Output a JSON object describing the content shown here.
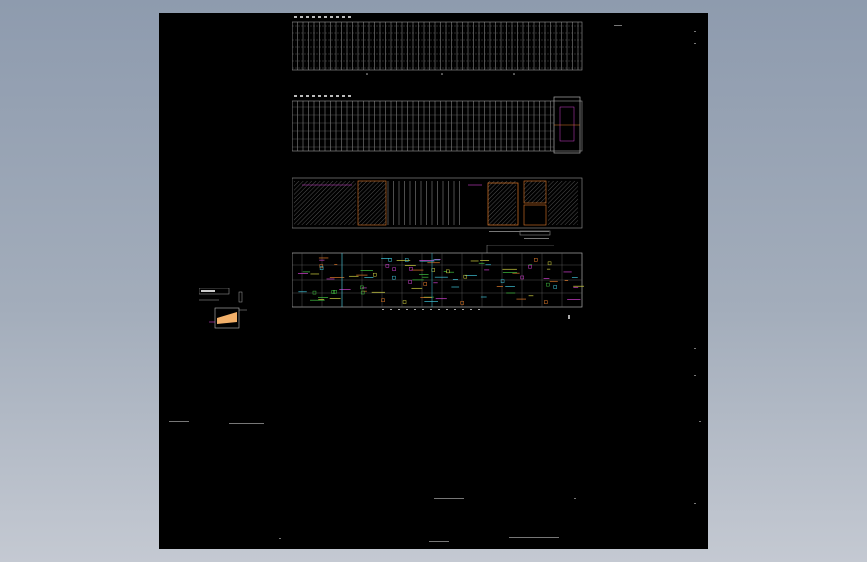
{
  "viewer": {
    "background_top": "#8e9bae",
    "background_bottom": "#c4c9d2",
    "canvas_color": "#000000"
  },
  "drawing": {
    "sheets": [
      {
        "name": "top-elevation-strip",
        "style": "grid-gray"
      },
      {
        "name": "second-elevation-strip",
        "style": "grid-gray-with-detail"
      },
      {
        "name": "section-plan-strip",
        "style": "hatched-with-orange"
      },
      {
        "name": "floor-plan-strip",
        "style": "colored-plan"
      }
    ],
    "colors": {
      "line": "#9a9a9a",
      "accent_orange": "#e07a2a",
      "accent_magenta": "#d040d0",
      "accent_cyan": "#3fc3d8",
      "accent_green": "#40c040",
      "legend_fill": "#f2b06a"
    }
  }
}
